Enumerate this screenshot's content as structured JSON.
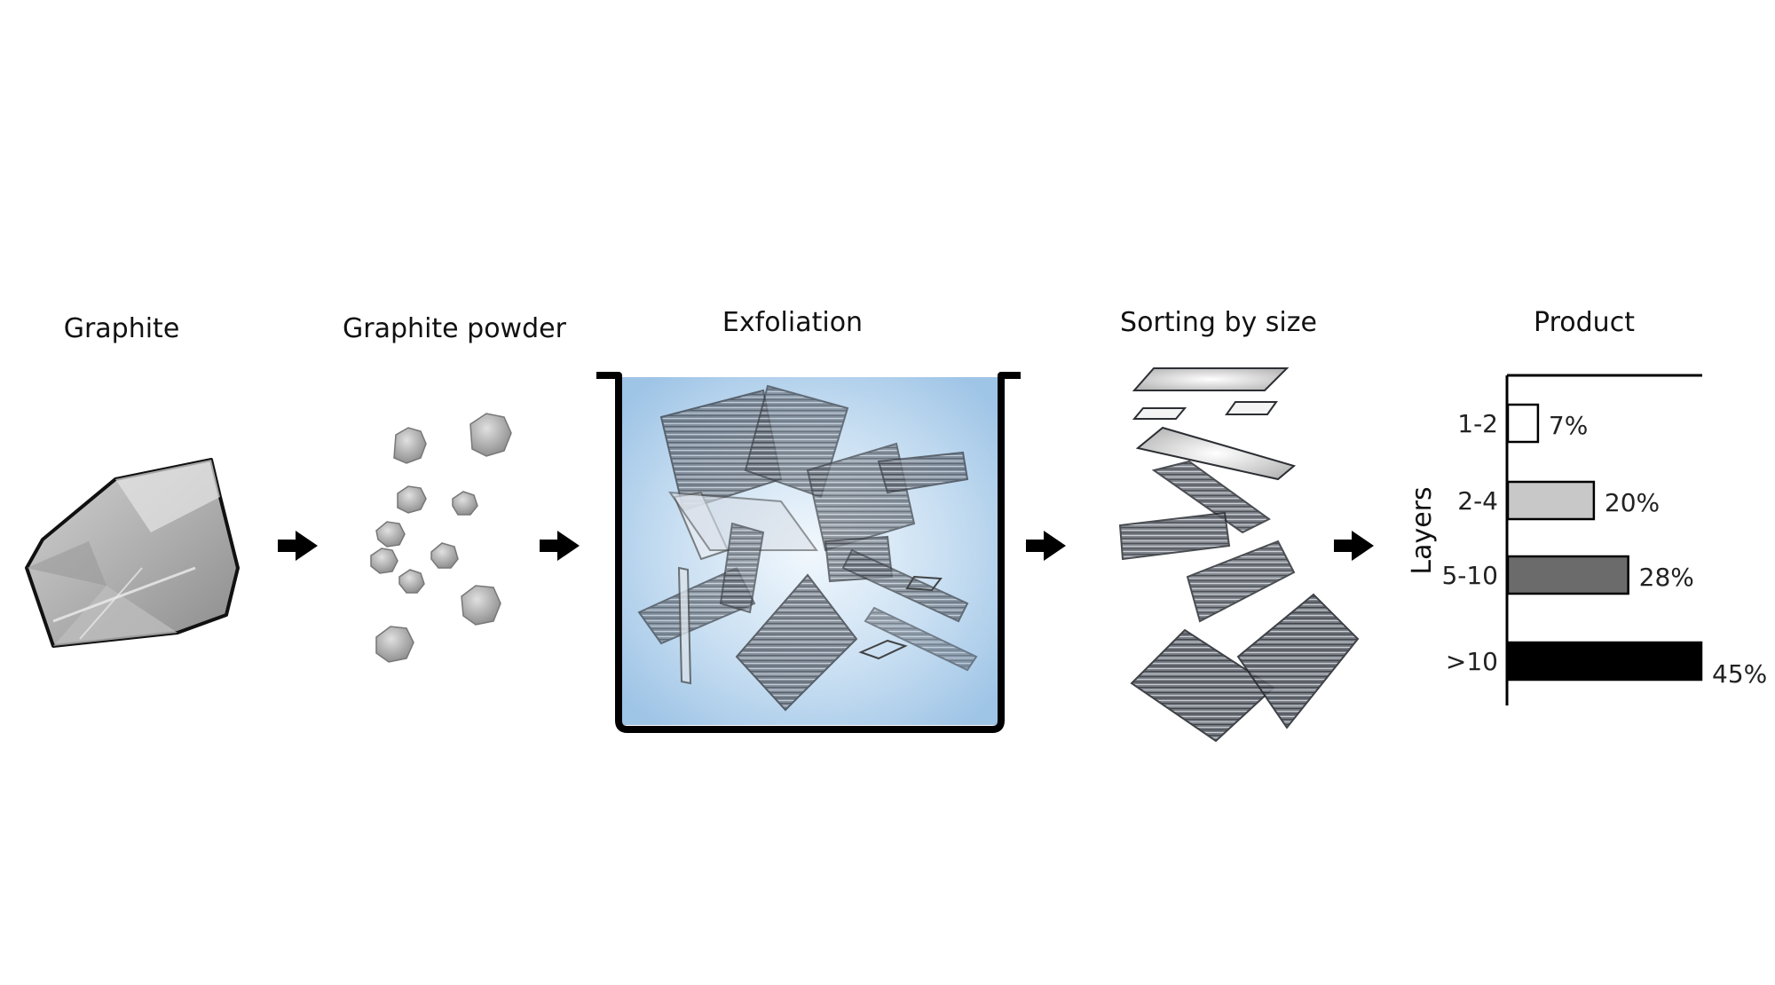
{
  "steps": [
    {
      "label": "Graphite"
    },
    {
      "label": "Graphite powder"
    },
    {
      "label": "Exfoliation"
    },
    {
      "label": "Sorting by size"
    },
    {
      "label": "Product"
    }
  ],
  "chart_data": {
    "type": "bar",
    "orientation": "horizontal",
    "title": "Product",
    "ylabel": "Layers",
    "xlabel": "",
    "categories": [
      "1-2",
      "2-4",
      "5-10",
      ">10"
    ],
    "values": [
      7,
      20,
      28,
      45
    ],
    "value_labels": [
      "7%",
      "20%",
      "28%",
      "45%"
    ],
    "colors": [
      "#ffffff",
      "#c8c8c8",
      "#6b6b6b",
      "#000000"
    ],
    "xlim": [
      0,
      45
    ],
    "grid": false,
    "legend": "none"
  }
}
